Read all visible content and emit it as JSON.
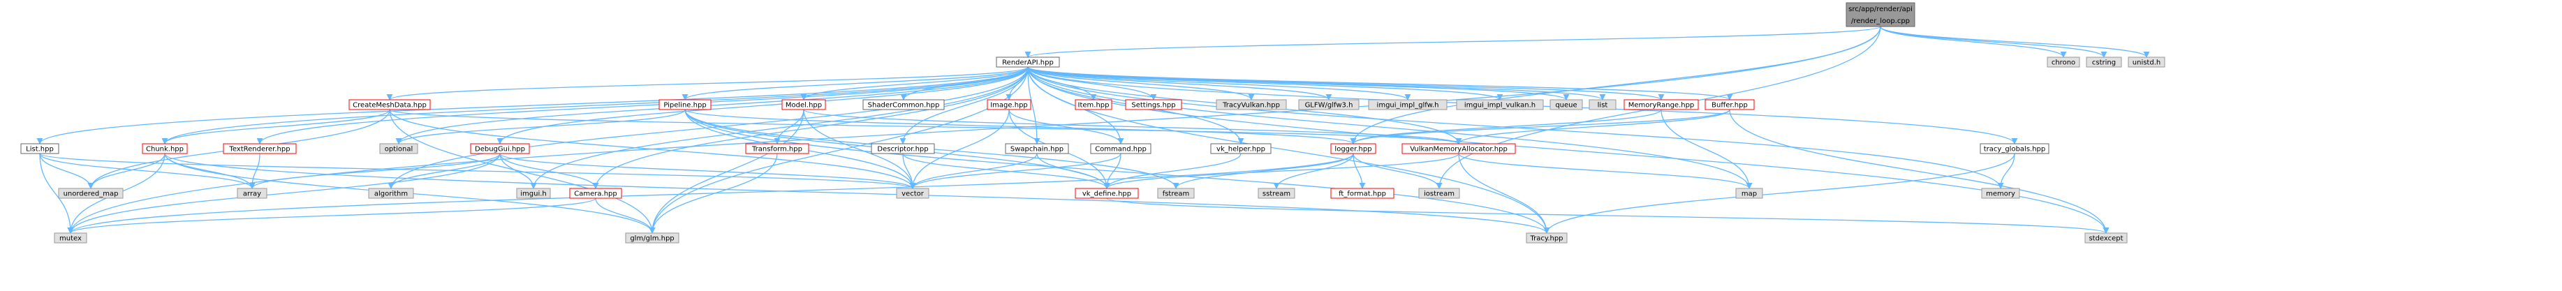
{
  "nodes": [
    {
      "id": "root",
      "lines": [
        "src/app/render/api",
        "/render_loop.cpp"
      ],
      "kind": "root"
    },
    {
      "id": "renderapi",
      "lines": [
        "RenderAPI.hpp"
      ],
      "kind": "loc"
    },
    {
      "id": "chrono",
      "lines": [
        "chrono"
      ],
      "kind": "ext"
    },
    {
      "id": "cstring",
      "lines": [
        "cstring"
      ],
      "kind": "ext"
    },
    {
      "id": "unistd",
      "lines": [
        "unistd.h"
      ],
      "kind": "ext"
    },
    {
      "id": "createmeshdata",
      "lines": [
        "CreateMeshData.hpp"
      ],
      "kind": "red"
    },
    {
      "id": "pipeline",
      "lines": [
        "Pipeline.hpp"
      ],
      "kind": "red"
    },
    {
      "id": "model",
      "lines": [
        "Model.hpp"
      ],
      "kind": "red"
    },
    {
      "id": "shadercommon",
      "lines": [
        "ShaderCommon.hpp"
      ],
      "kind": "loc"
    },
    {
      "id": "image",
      "lines": [
        "Image.hpp"
      ],
      "kind": "red"
    },
    {
      "id": "item",
      "lines": [
        "Item.hpp"
      ],
      "kind": "red"
    },
    {
      "id": "settings",
      "lines": [
        "Settings.hpp"
      ],
      "kind": "red"
    },
    {
      "id": "tracyvulkan",
      "lines": [
        "TracyVulkan.hpp"
      ],
      "kind": "ext"
    },
    {
      "id": "glfw3",
      "lines": [
        "GLFW/glfw3.h"
      ],
      "kind": "ext"
    },
    {
      "id": "imguiglfw",
      "lines": [
        "imgui_impl_glfw.h"
      ],
      "kind": "ext"
    },
    {
      "id": "imguivulkan",
      "lines": [
        "imgui_impl_vulkan.h"
      ],
      "kind": "ext"
    },
    {
      "id": "queue",
      "lines": [
        "queue"
      ],
      "kind": "ext"
    },
    {
      "id": "list",
      "lines": [
        "list"
      ],
      "kind": "ext"
    },
    {
      "id": "memoryrange",
      "lines": [
        "MemoryRange.hpp"
      ],
      "kind": "red"
    },
    {
      "id": "buffer",
      "lines": [
        "Buffer.hpp"
      ],
      "kind": "red"
    },
    {
      "id": "listhpp",
      "lines": [
        "List.hpp"
      ],
      "kind": "loc"
    },
    {
      "id": "chunk",
      "lines": [
        "Chunk.hpp"
      ],
      "kind": "red"
    },
    {
      "id": "textrenderer",
      "lines": [
        "TextRenderer.hpp"
      ],
      "kind": "red"
    },
    {
      "id": "optional",
      "lines": [
        "optional"
      ],
      "kind": "ext"
    },
    {
      "id": "debuggui",
      "lines": [
        "DebugGui.hpp"
      ],
      "kind": "red"
    },
    {
      "id": "transform",
      "lines": [
        "Transform.hpp"
      ],
      "kind": "red"
    },
    {
      "id": "descriptor",
      "lines": [
        "Descriptor.hpp"
      ],
      "kind": "loc"
    },
    {
      "id": "swapchain",
      "lines": [
        "Swapchain.hpp"
      ],
      "kind": "loc"
    },
    {
      "id": "command",
      "lines": [
        "Command.hpp"
      ],
      "kind": "loc"
    },
    {
      "id": "vkhelper",
      "lines": [
        "vk_helper.hpp"
      ],
      "kind": "loc"
    },
    {
      "id": "logger",
      "lines": [
        "logger.hpp"
      ],
      "kind": "red"
    },
    {
      "id": "vma",
      "lines": [
        "VulkanMemoryAllocator.hpp"
      ],
      "kind": "red"
    },
    {
      "id": "tracyglobals",
      "lines": [
        "tracy_globals.hpp"
      ],
      "kind": "loc"
    },
    {
      "id": "unorderedmap",
      "lines": [
        "unordered_map"
      ],
      "kind": "ext"
    },
    {
      "id": "array",
      "lines": [
        "array"
      ],
      "kind": "ext"
    },
    {
      "id": "algorithm",
      "lines": [
        "algorithm"
      ],
      "kind": "ext"
    },
    {
      "id": "imguih",
      "lines": [
        "imgui.h"
      ],
      "kind": "ext"
    },
    {
      "id": "camera",
      "lines": [
        "Camera.hpp"
      ],
      "kind": "red"
    },
    {
      "id": "vector",
      "lines": [
        "vector"
      ],
      "kind": "ext"
    },
    {
      "id": "vkdefine",
      "lines": [
        "vk_define.hpp"
      ],
      "kind": "red"
    },
    {
      "id": "fstream",
      "lines": [
        "fstream"
      ],
      "kind": "ext"
    },
    {
      "id": "sstream",
      "lines": [
        "sstream"
      ],
      "kind": "ext"
    },
    {
      "id": "ftformat",
      "lines": [
        "ft_format.hpp"
      ],
      "kind": "red"
    },
    {
      "id": "iostream",
      "lines": [
        "iostream"
      ],
      "kind": "ext"
    },
    {
      "id": "map",
      "lines": [
        "map"
      ],
      "kind": "ext"
    },
    {
      "id": "memory",
      "lines": [
        "memory"
      ],
      "kind": "ext"
    },
    {
      "id": "mutex",
      "lines": [
        "mutex"
      ],
      "kind": "ext"
    },
    {
      "id": "glm",
      "lines": [
        "glm/glm.hpp"
      ],
      "kind": "ext"
    },
    {
      "id": "tracy",
      "lines": [
        "Tracy.hpp"
      ],
      "kind": "ext"
    },
    {
      "id": "stdexcept",
      "lines": [
        "stdexcept"
      ],
      "kind": "ext"
    }
  ],
  "edges": [
    [
      "root",
      "renderapi"
    ],
    [
      "root",
      "chrono"
    ],
    [
      "root",
      "cstring"
    ],
    [
      "root",
      "unistd"
    ],
    [
      "root",
      "mutex"
    ],
    [
      "root",
      "logger"
    ],
    [
      "root",
      "iostream"
    ],
    [
      "renderapi",
      "createmeshdata"
    ],
    [
      "renderapi",
      "pipeline"
    ],
    [
      "renderapi",
      "model"
    ],
    [
      "renderapi",
      "shadercommon"
    ],
    [
      "renderapi",
      "image"
    ],
    [
      "renderapi",
      "item"
    ],
    [
      "renderapi",
      "settings"
    ],
    [
      "renderapi",
      "tracyvulkan"
    ],
    [
      "renderapi",
      "glfw3"
    ],
    [
      "renderapi",
      "imguiglfw"
    ],
    [
      "renderapi",
      "imguivulkan"
    ],
    [
      "renderapi",
      "queue"
    ],
    [
      "renderapi",
      "list"
    ],
    [
      "renderapi",
      "memoryrange"
    ],
    [
      "renderapi",
      "buffer"
    ],
    [
      "renderapi",
      "listhpp"
    ],
    [
      "renderapi",
      "chunk"
    ],
    [
      "renderapi",
      "textrenderer"
    ],
    [
      "renderapi",
      "optional"
    ],
    [
      "renderapi",
      "debuggui"
    ],
    [
      "renderapi",
      "descriptor"
    ],
    [
      "renderapi",
      "swapchain"
    ],
    [
      "renderapi",
      "command"
    ],
    [
      "renderapi",
      "vkhelper"
    ],
    [
      "renderapi",
      "vma"
    ],
    [
      "renderapi",
      "tracyglobals"
    ],
    [
      "renderapi",
      "imguih"
    ],
    [
      "renderapi",
      "camera"
    ],
    [
      "renderapi",
      "glm"
    ],
    [
      "renderapi",
      "map"
    ],
    [
      "renderapi",
      "memory"
    ],
    [
      "renderapi",
      "stdexcept"
    ],
    [
      "renderapi",
      "tracy"
    ],
    [
      "renderapi",
      "algorithm"
    ],
    [
      "createmeshdata",
      "chunk"
    ],
    [
      "createmeshdata",
      "vma"
    ],
    [
      "createmeshdata",
      "vector"
    ],
    [
      "createmeshdata",
      "unorderedmap"
    ],
    [
      "createmeshdata",
      "glm"
    ],
    [
      "pipeline",
      "optional"
    ],
    [
      "pipeline",
      "logger"
    ],
    [
      "pipeline",
      "vkdefine"
    ],
    [
      "pipeline",
      "vector"
    ],
    [
      "pipeline",
      "fstream"
    ],
    [
      "pipeline",
      "tracy"
    ],
    [
      "model",
      "transform"
    ],
    [
      "model",
      "vma"
    ],
    [
      "model",
      "vector"
    ],
    [
      "model",
      "glm"
    ],
    [
      "image",
      "vkdefine"
    ],
    [
      "image",
      "vector"
    ],
    [
      "image",
      "command"
    ],
    [
      "memoryrange",
      "map"
    ],
    [
      "memoryrange",
      "logger"
    ],
    [
      "buffer",
      "vma"
    ],
    [
      "buffer",
      "logger"
    ],
    [
      "buffer",
      "stdexcept"
    ],
    [
      "listhpp",
      "unorderedmap"
    ],
    [
      "listhpp",
      "array"
    ],
    [
      "listhpp",
      "mutex"
    ],
    [
      "listhpp",
      "vector"
    ],
    [
      "chunk",
      "unorderedmap"
    ],
    [
      "chunk",
      "array"
    ],
    [
      "chunk",
      "mutex"
    ],
    [
      "chunk",
      "glm"
    ],
    [
      "chunk",
      "tracy"
    ],
    [
      "textrenderer",
      "array"
    ],
    [
      "debuggui",
      "array"
    ],
    [
      "debuggui",
      "algorithm"
    ],
    [
      "debuggui",
      "imguih"
    ],
    [
      "debuggui",
      "camera"
    ],
    [
      "debuggui",
      "mutex"
    ],
    [
      "debuggui",
      "vector"
    ],
    [
      "transform",
      "glm"
    ],
    [
      "descriptor",
      "vector"
    ],
    [
      "descriptor",
      "vkdefine"
    ],
    [
      "swapchain",
      "vkdefine"
    ],
    [
      "swapchain",
      "vector"
    ],
    [
      "command",
      "vkdefine"
    ],
    [
      "command",
      "vector"
    ],
    [
      "vkhelper",
      "vkdefine"
    ],
    [
      "logger",
      "sstream"
    ],
    [
      "logger",
      "ftformat"
    ],
    [
      "logger",
      "iostream"
    ],
    [
      "logger",
      "fstream"
    ],
    [
      "logger",
      "mutex"
    ],
    [
      "vma",
      "vkdefine"
    ],
    [
      "vma",
      "map"
    ],
    [
      "vma",
      "tracy"
    ],
    [
      "tracyglobals",
      "memory"
    ],
    [
      "tracyglobals",
      "tracy"
    ],
    [
      "camera",
      "glm"
    ],
    [
      "camera",
      "mutex"
    ],
    [
      "vkdefine",
      "stdexcept"
    ]
  ]
}
